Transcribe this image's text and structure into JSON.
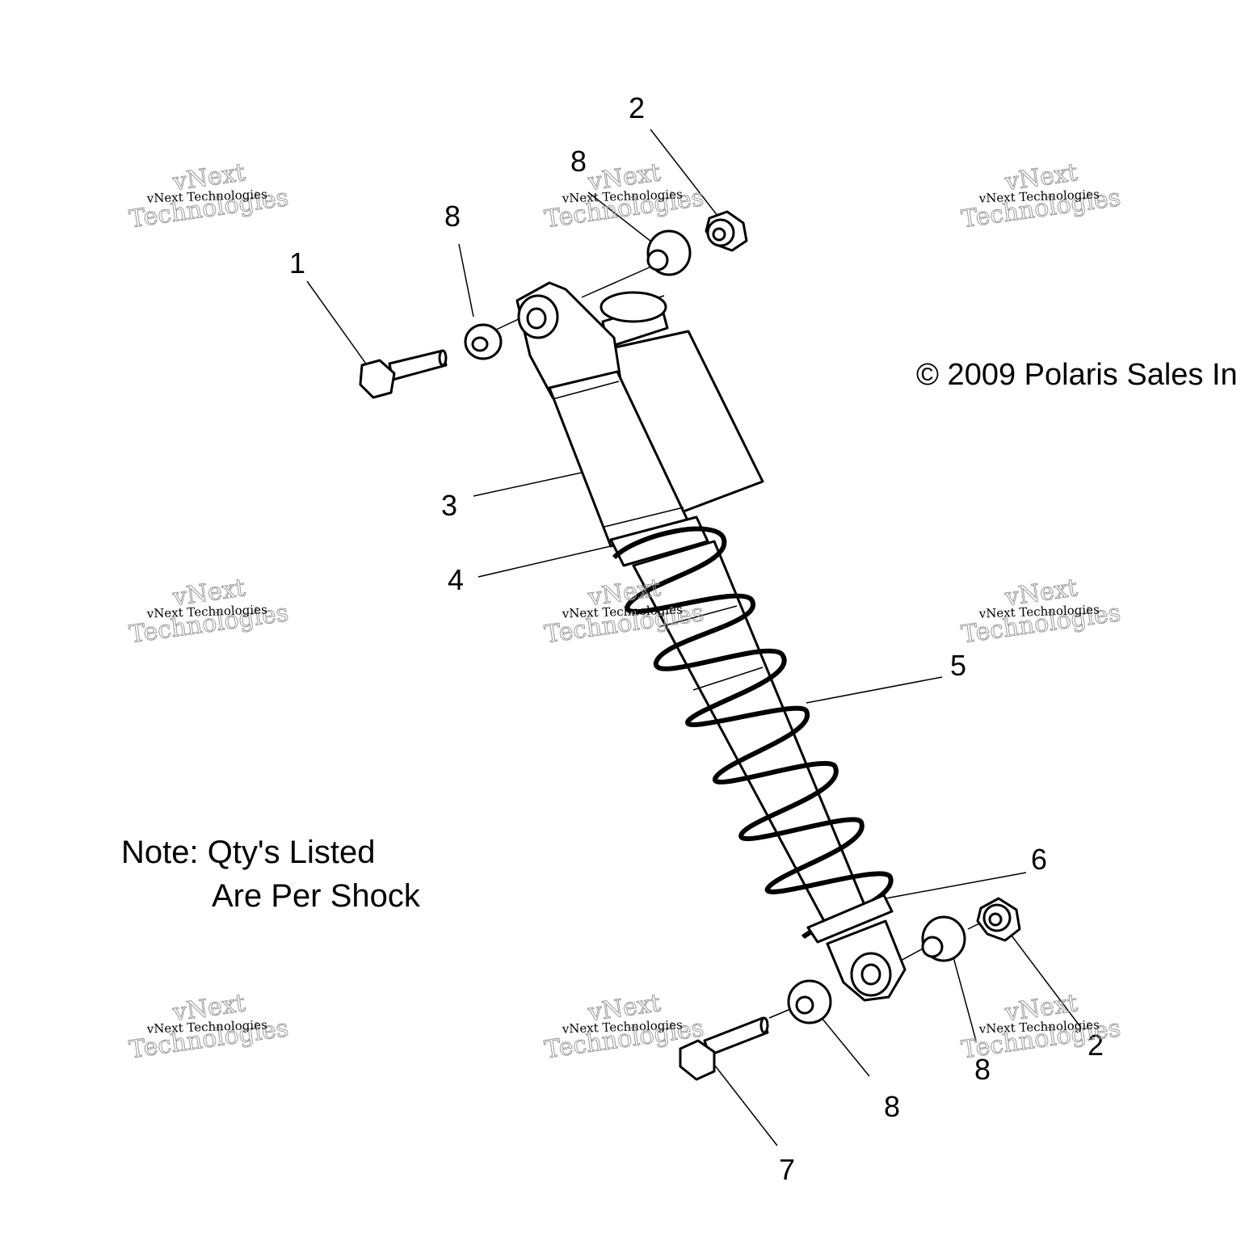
{
  "callouts": [
    {
      "id": "1",
      "label": "1"
    },
    {
      "id": "2",
      "label": "2"
    },
    {
      "id": "3",
      "label": "3"
    },
    {
      "id": "4",
      "label": "4"
    },
    {
      "id": "5",
      "label": "5"
    },
    {
      "id": "6",
      "label": "6"
    },
    {
      "id": "7",
      "label": "7"
    },
    {
      "id": "8",
      "label": "8"
    }
  ],
  "note": {
    "line1": "Note:  Qty's Listed",
    "line2": "Are Per Shock"
  },
  "copyright": "© 2009 Polaris Sales In",
  "watermark": {
    "small": "vNext Technologies",
    "big_top": "vNext",
    "big_bottom": "Technologies"
  }
}
